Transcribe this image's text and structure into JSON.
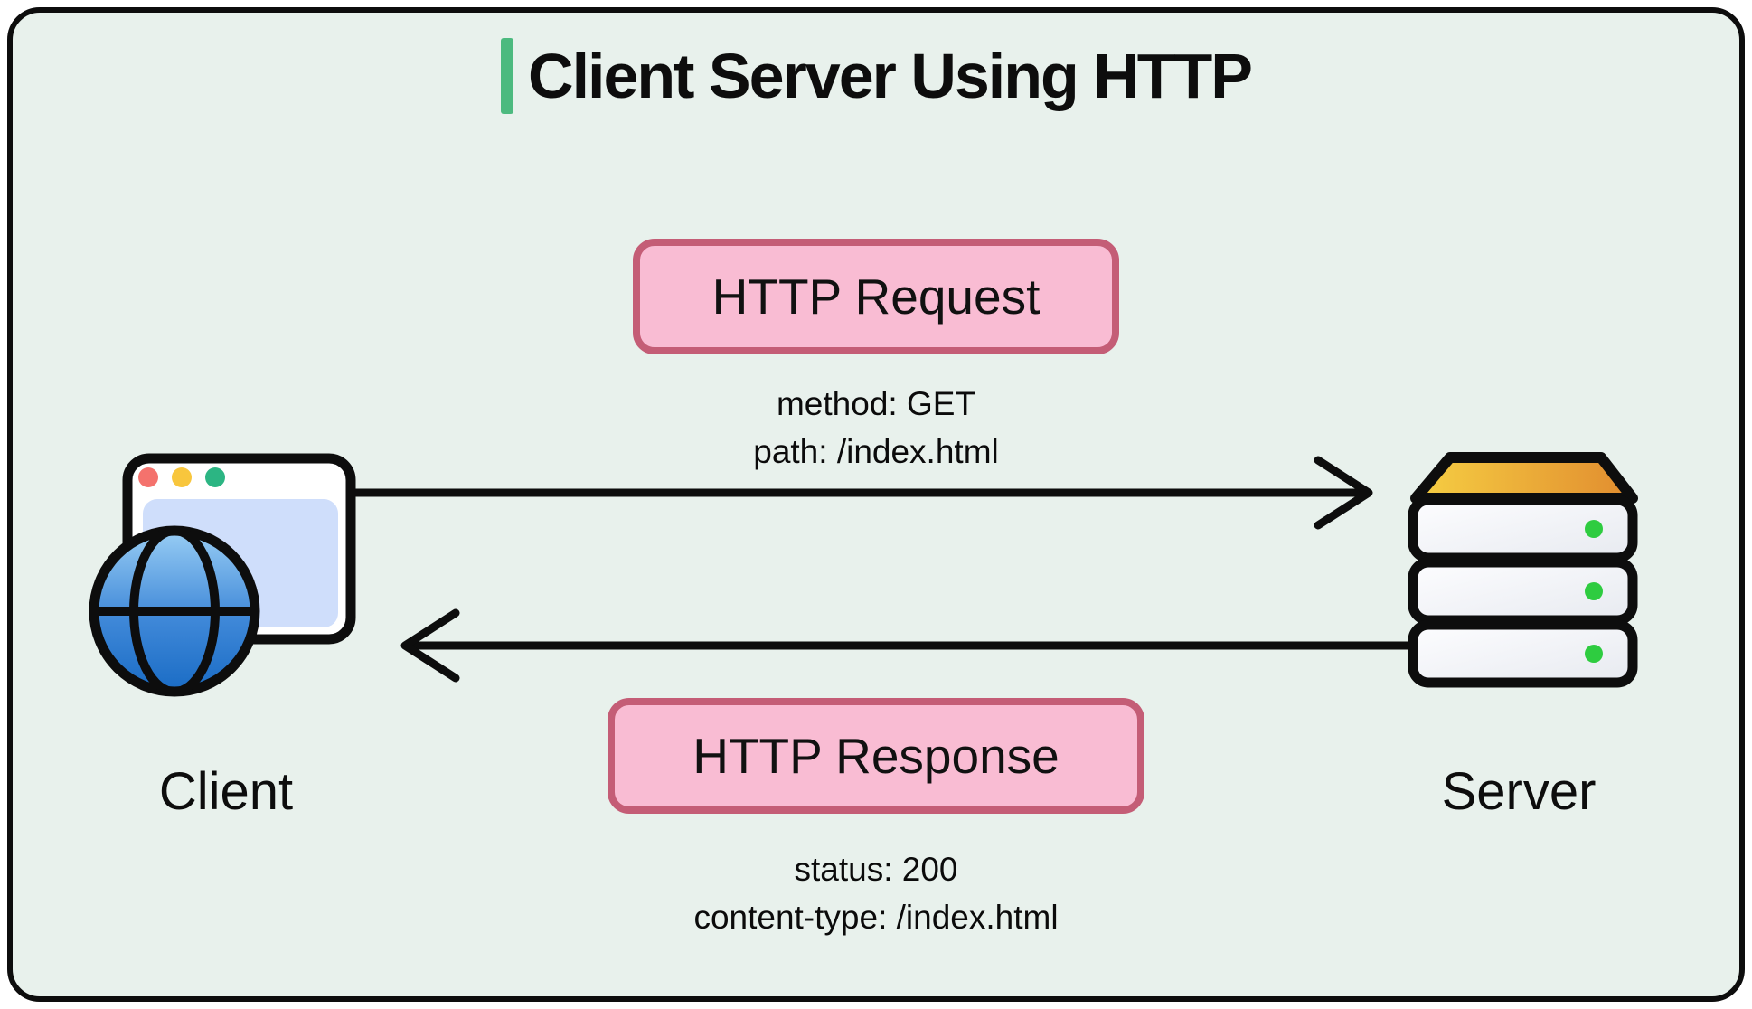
{
  "title": {
    "text": "Client Server Using HTTP"
  },
  "request": {
    "badge": "HTTP Request",
    "details": [
      "method: GET",
      "path: /index.html"
    ]
  },
  "response": {
    "badge": "HTTP Response",
    "details": [
      "status: 200",
      "content-type: /index.html"
    ]
  },
  "nodes": {
    "client": {
      "label": "Client"
    },
    "server": {
      "label": "Server"
    }
  },
  "colors": {
    "panel_bg": "#e8f1ec",
    "panel_border": "#0d0d0d",
    "title_accent": "#4cba7f",
    "badge_fill": "#f9bcd3",
    "badge_border": "#c45d76",
    "arrow": "#0d0d0d",
    "window_content": "#cfdefb",
    "traffic_red": "#f4726d",
    "traffic_yellow": "#f8c63d",
    "traffic_green": "#2cb583",
    "globe_light": "#98cdf4",
    "globe_dark": "#1a6cc5",
    "server_lid_left": "#f6cf43",
    "server_lid_right": "#e18c2f",
    "server_led": "#2ecc40"
  }
}
